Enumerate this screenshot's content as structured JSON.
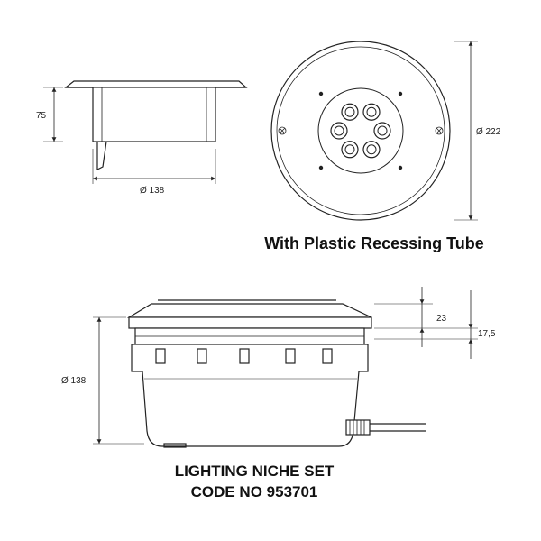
{
  "side_view": {
    "height_label": "75",
    "diameter_label": "Ø 138"
  },
  "top_view": {
    "diameter_label": "Ø 222",
    "led_count": 6
  },
  "caption_top": "With Plastic Recessing Tube",
  "niche_view": {
    "diameter_label": "Ø 138",
    "dim_a_label": "23",
    "dim_b_label": "17,5",
    "caption_line1": "LIGHTING NICHE SET",
    "caption_line2": "CODE NO 953701"
  }
}
